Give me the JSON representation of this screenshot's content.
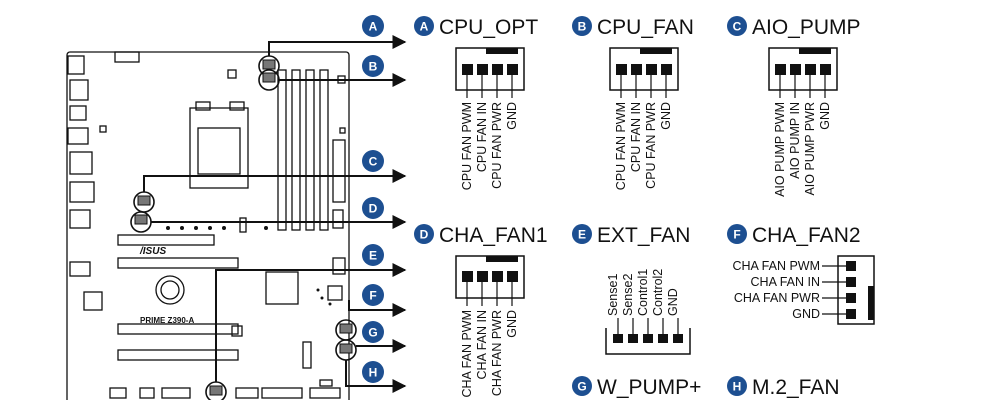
{
  "connectors": [
    {
      "badge": "A",
      "name": "CPU_OPT",
      "pins": [
        "CPU FAN PWM",
        "CPU FAN IN",
        "CPU FAN PWR",
        "GND"
      ]
    },
    {
      "badge": "B",
      "name": "CPU_FAN",
      "pins": [
        "CPU FAN PWM",
        "CPU FAN IN",
        "CPU FAN PWR",
        "GND"
      ]
    },
    {
      "badge": "C",
      "name": "AIO_PUMP",
      "pins": [
        "AIO PUMP PWM",
        "AIO PUMP IN",
        "AIO PUMP PWR",
        "GND"
      ]
    },
    {
      "badge": "D",
      "name": "CHA_FAN1",
      "pins": [
        "CHA FAN PWM",
        "CHA FAN IN",
        "CHA FAN PWR",
        "GND"
      ]
    },
    {
      "badge": "E",
      "name": "EXT_FAN",
      "pins": [
        "Sense1",
        "Sense2",
        "Control1",
        "Control2",
        "GND"
      ]
    },
    {
      "badge": "F",
      "name": "CHA_FAN2",
      "pins": [
        "CHA FAN PWM",
        "CHA FAN IN",
        "CHA FAN PWR",
        "GND"
      ]
    },
    {
      "badge": "G",
      "name": "W_PUMP+"
    },
    {
      "badge": "H",
      "name": "M.2_FAN"
    }
  ],
  "board": {
    "brand": "/ISUS",
    "model": "PRIME Z390-A"
  },
  "colors": {
    "badge": "#1d4f91",
    "line": "#111111"
  }
}
